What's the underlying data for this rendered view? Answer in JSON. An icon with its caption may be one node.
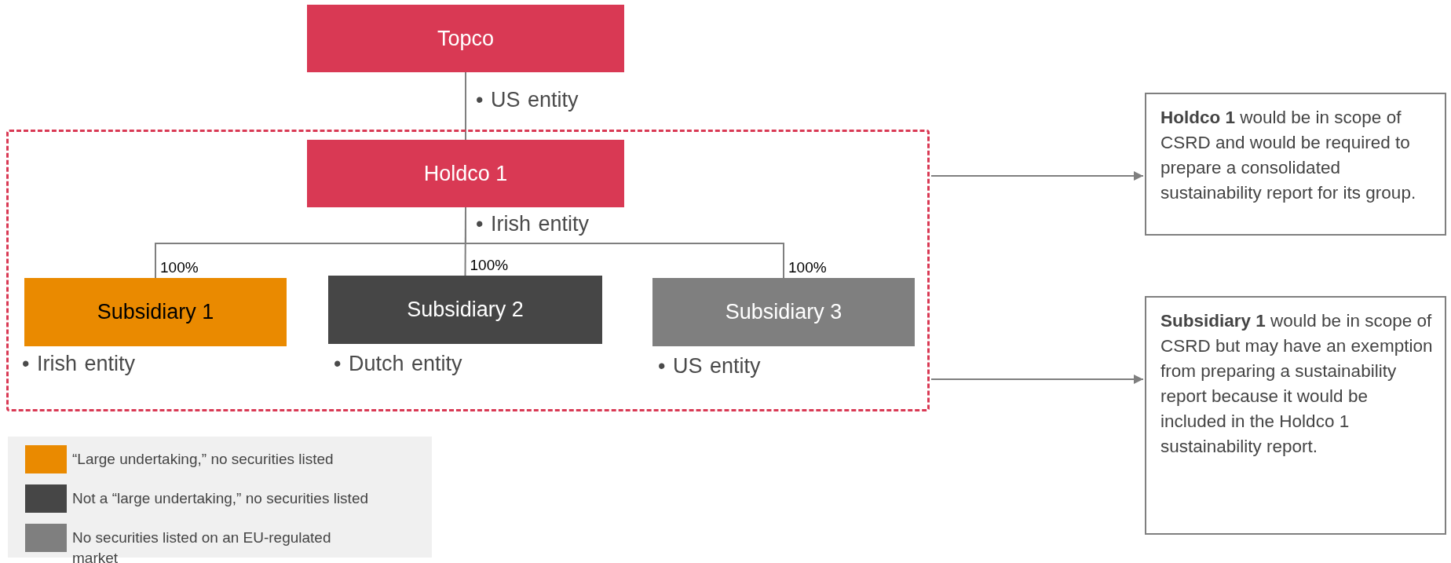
{
  "diagram": {
    "nodes": [
      {
        "text": [
          "Topco"
        ],
        "beside": [
          "• US entity"
        ]
      },
      {
        "text": [],
        "shape": "box"
      },
      {
        "text": [
          "Holdco 1"
        ],
        "in": 1,
        "beside": [
          "• Irish entity"
        ]
      },
      {
        "text": [
          "Subsidiary 1"
        ],
        "in": 1,
        "beside": [
          "• Irish entity"
        ]
      },
      {
        "text": [
          "Subsidiary 2"
        ],
        "in": 1,
        "beside": [
          "• Dutch entity"
        ]
      },
      {
        "text": [
          "Subsidiary 3"
        ],
        "in": 1,
        "beside": [
          "• US entity"
        ]
      },
      {
        "text": [
          "**Holdco 1** would be in scope of CSRD and would be required to prepare a consolidated sustainability report for its group."
        ]
      },
      {
        "text": [
          "**Subsidiary 1** would be in scope of CSRD but may have an exemption from preparing a sustainability report because it would be included in the Holdco 1 sustainability report."
        ]
      }
    ],
    "edges": [
      {
        "from": 0,
        "to": 2,
        "arrow": "none"
      },
      {
        "from": 2,
        "to": 3,
        "arrow": "none",
        "label": "100%"
      },
      {
        "from": 2,
        "to": 4,
        "arrow": "none",
        "label": "100%"
      },
      {
        "from": 2,
        "to": 5,
        "arrow": "none",
        "label": "100%"
      },
      {
        "from": 1,
        "to": 6,
        "arrow": "to"
      },
      {
        "from": 1,
        "to": 7,
        "arrow": "to"
      }
    ],
    "legend": [
      {
        "text": "“Large undertaking,” no securities listed",
        "color": "#ea8a00"
      },
      {
        "text": "Not a “large undertaking,” no securities listed",
        "color": "#464646"
      },
      {
        "text": "No securities listed on an EU-regulated market",
        "color": "#7f7f7f"
      }
    ]
  }
}
